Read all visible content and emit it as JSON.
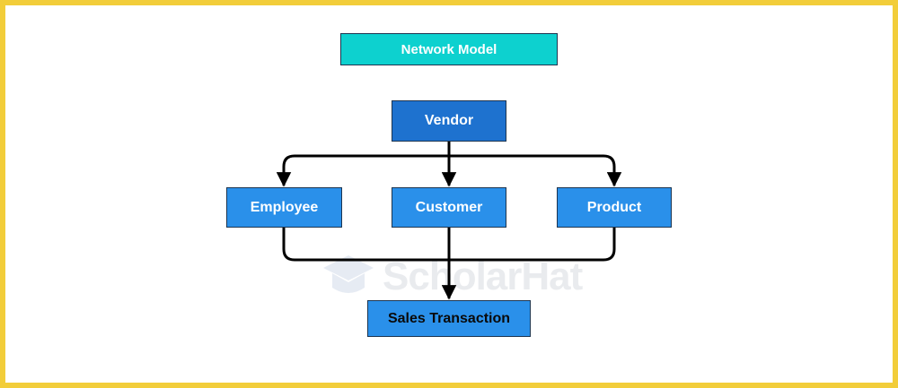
{
  "title": "Network Model",
  "nodes": {
    "vendor": "Vendor",
    "employee": "Employee",
    "customer": "Customer",
    "product": "Product",
    "sales": "Sales Transaction"
  },
  "watermark": "ScholarHat",
  "colors": {
    "frame": "#f2cd3a",
    "title_fill": "#0dd1cf",
    "vendor_fill": "#1e72cf",
    "node_fill": "#2a90ea",
    "connector": "#000000"
  },
  "edges": [
    {
      "from": "Vendor",
      "to": "Employee"
    },
    {
      "from": "Vendor",
      "to": "Customer"
    },
    {
      "from": "Vendor",
      "to": "Product"
    },
    {
      "from": "Employee",
      "to": "Sales Transaction"
    },
    {
      "from": "Customer",
      "to": "Sales Transaction"
    },
    {
      "from": "Product",
      "to": "Sales Transaction"
    }
  ]
}
